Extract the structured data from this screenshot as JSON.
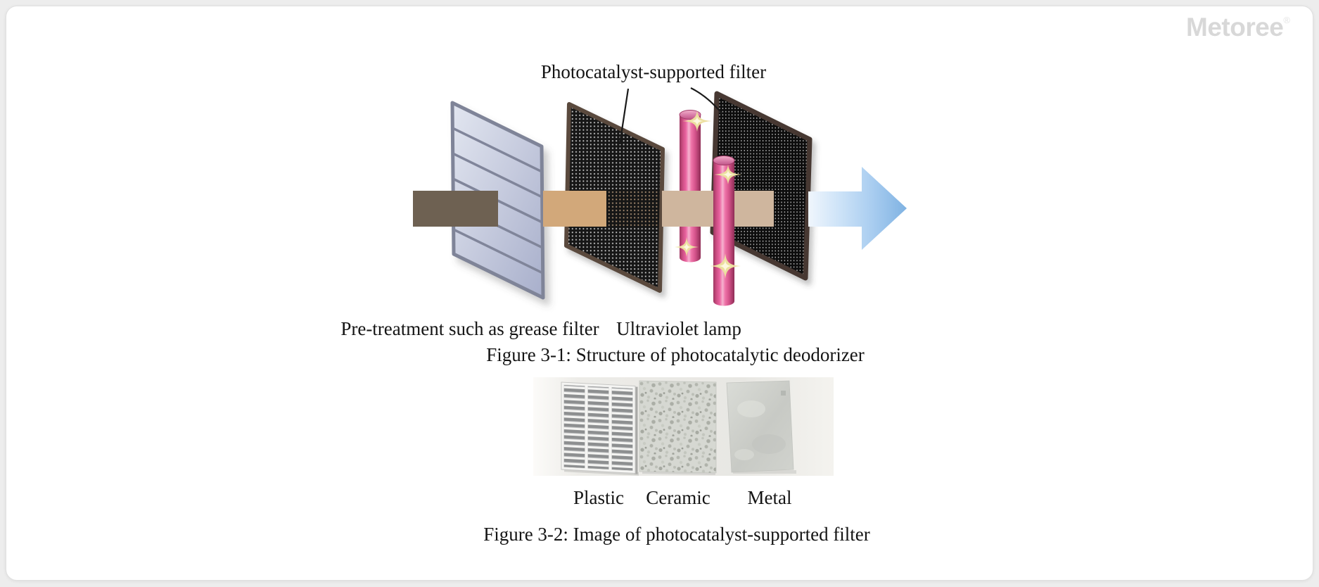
{
  "page": {
    "background": "#ededed",
    "card_background": "#ffffff"
  },
  "brand": {
    "logo_text": "Metoree",
    "registered_mark": "®",
    "logo_color": "#d8d8d8"
  },
  "figure1": {
    "labels": {
      "photocatalyst_filter": "Photocatalyst-supported filter",
      "pretreatment": "Pre-treatment such as grease filter",
      "uv_lamp": "Ultraviolet lamp"
    },
    "caption": "Figure 3-1: Structure of photocatalytic deodorizer",
    "colors": {
      "dirty_air_bar": "#6e6152",
      "mid_air_bar": "#d2a87a",
      "clean_air_bar": "#cfb69e",
      "outflow_arrow_blue": "#7fb2e2",
      "uv_lamp_pink": "#ea63a0",
      "sparkle_cream": "#f0e6ad",
      "mesh_frame_brown": "#57483c",
      "pretreatment_panel_blue": "#c6cbde"
    }
  },
  "figure2": {
    "materials": [
      "Plastic",
      "Ceramic",
      "Metal"
    ],
    "caption": "Figure 3-2: Image of photocatalyst-supported filter"
  }
}
